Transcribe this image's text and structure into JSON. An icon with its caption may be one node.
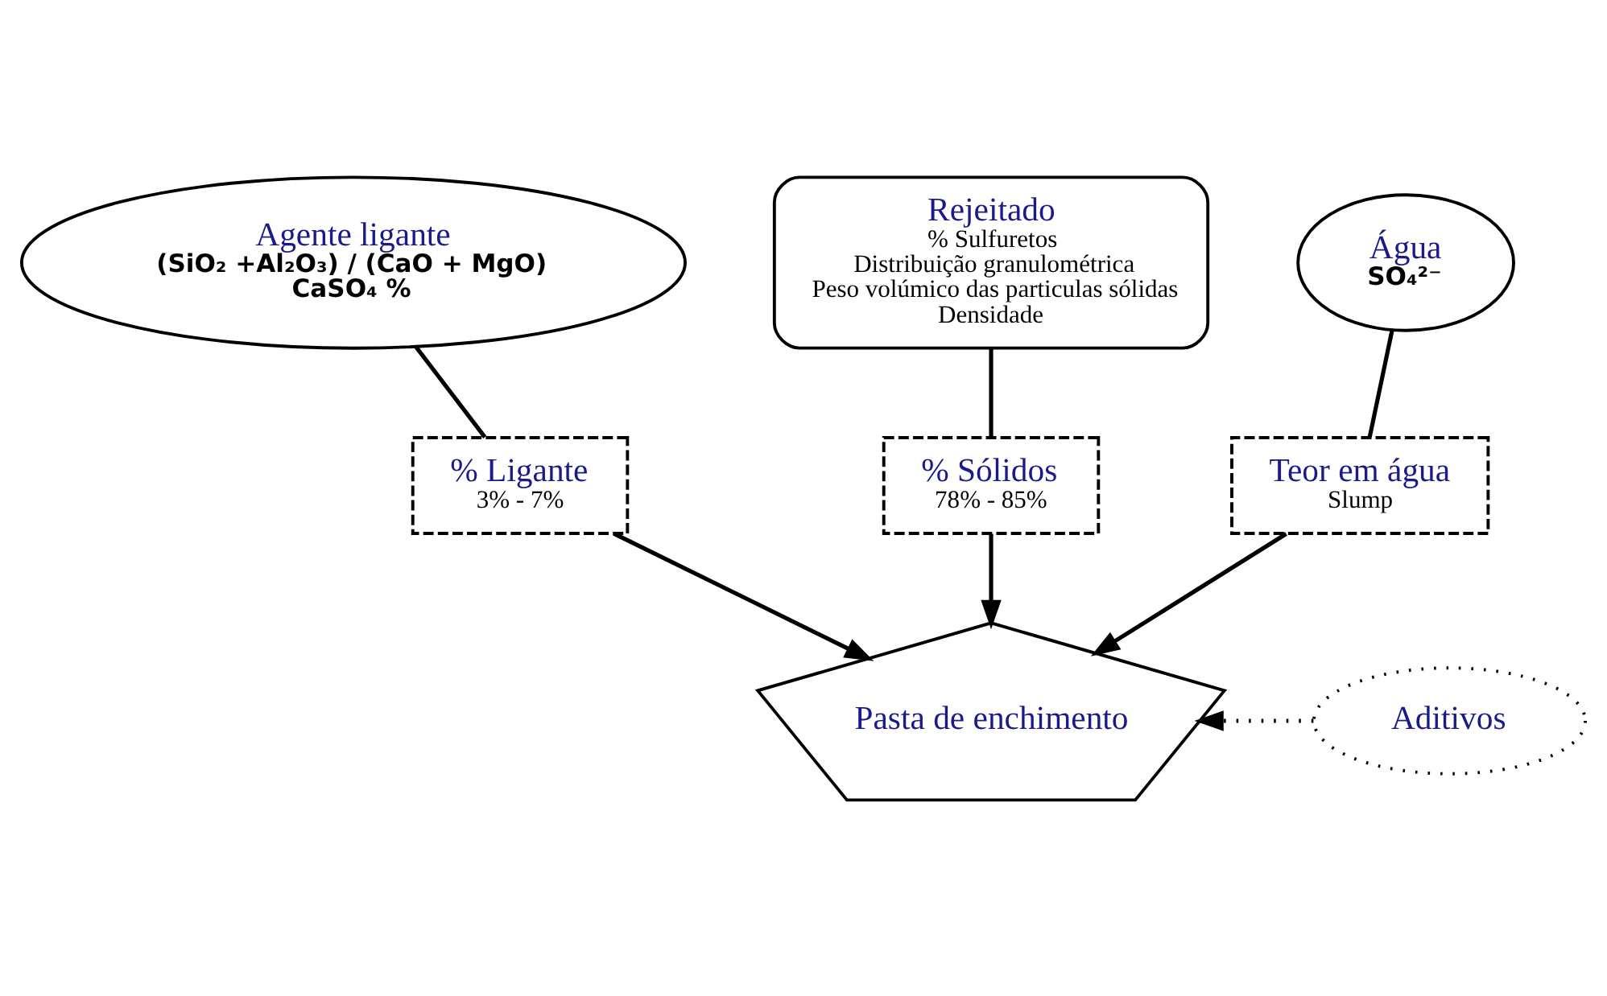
{
  "diagram": {
    "nodes": [
      {
        "text": [
          "Agente ligante",
          "(SiO₂ +Al₂O₃) / (CaO + MgO)",
          "CaSO₄ %"
        ]
      },
      {
        "text": [
          "Rejeitado",
          "% Sulfuretos",
          "Distribuição granulométrica",
          "Peso volúmico das particulas sólidas",
          "Densidade"
        ]
      },
      {
        "text": [
          "Água",
          "SO₄²⁻"
        ]
      },
      {
        "text": [
          "% Ligante",
          "3% - 7%"
        ]
      },
      {
        "text": [
          "% Sólidos",
          "78% - 85%"
        ]
      },
      {
        "text": [
          "Teor em água",
          "Slump"
        ]
      },
      {
        "text": [
          "Pasta de enchimento"
        ]
      },
      {
        "text": [
          "Aditivos"
        ]
      }
    ],
    "edges": [
      {
        "from": 0,
        "to": 3,
        "arrow": "none"
      },
      {
        "from": 3,
        "to": 6,
        "arrow": "to"
      },
      {
        "from": 1,
        "to": 4,
        "arrow": "none"
      },
      {
        "from": 4,
        "to": 6,
        "arrow": "to"
      },
      {
        "from": 2,
        "to": 5,
        "arrow": "none"
      },
      {
        "from": 5,
        "to": 6,
        "arrow": "to"
      },
      {
        "from": 7,
        "to": 6,
        "arrow": "to",
        "style": "dashed"
      }
    ]
  }
}
